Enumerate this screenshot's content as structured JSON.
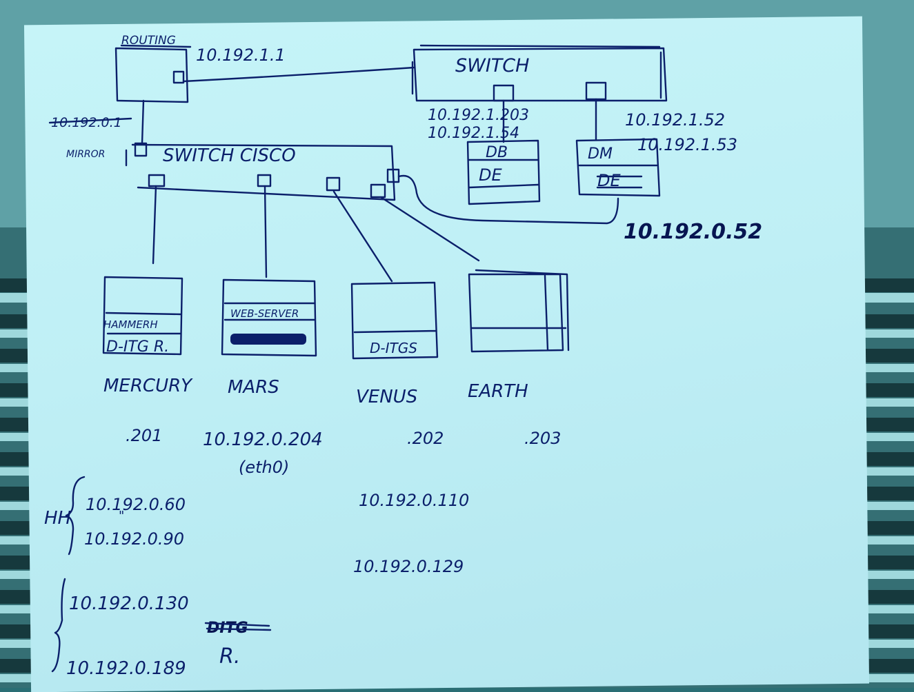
{
  "labels": {
    "routing": "ROUTING",
    "router_ip": "10.192.1.1",
    "crossed_ip": "10.192.0.1",
    "mirror": "MIRROR",
    "switch_top": "SWITCH",
    "switch_cisco": "SWITCH  CISCO",
    "ip_1_203": "10.192.1.203",
    "ip_1_54": "10.192.1.54",
    "ip_1_52": "10.192.1.52",
    "ip_1_53": "10.192.1.53",
    "db": "DB",
    "db_de": "DE",
    "dm": "DM",
    "dm_de": "DE",
    "ip_0_52": "10.192.0.52",
    "mercury_top": "HAMMERH",
    "mercury_bottom": "D-ITG R.",
    "mars_top": "WEB-SERVER",
    "venus_bottom": "D-ITGS",
    "mercury": "MERCURY",
    "mars": "MARS",
    "venus": "VENUS",
    "earth": "EARTH",
    "ip_201": ".201",
    "ip_204": "10.192.0.204",
    "eth0": "(eth0)",
    "ip_202": ".202",
    "ip_203": ".203",
    "hh": "HH",
    "ip_0_60": "10.192.0.60",
    "ditto": "\"",
    "ip_0_90": "10.192.0.90",
    "ip_0_110": "10.192.0.110",
    "ip_0_129": "10.192.0.129",
    "ip_0_130": "10.192.0.130",
    "ip_0_189": "10.192.0.189",
    "ditg": "DITG",
    "r": "R."
  },
  "colors": {
    "ink": "#0b1f6a",
    "paper": "#c2f2f7",
    "background": "#2a6e74"
  }
}
